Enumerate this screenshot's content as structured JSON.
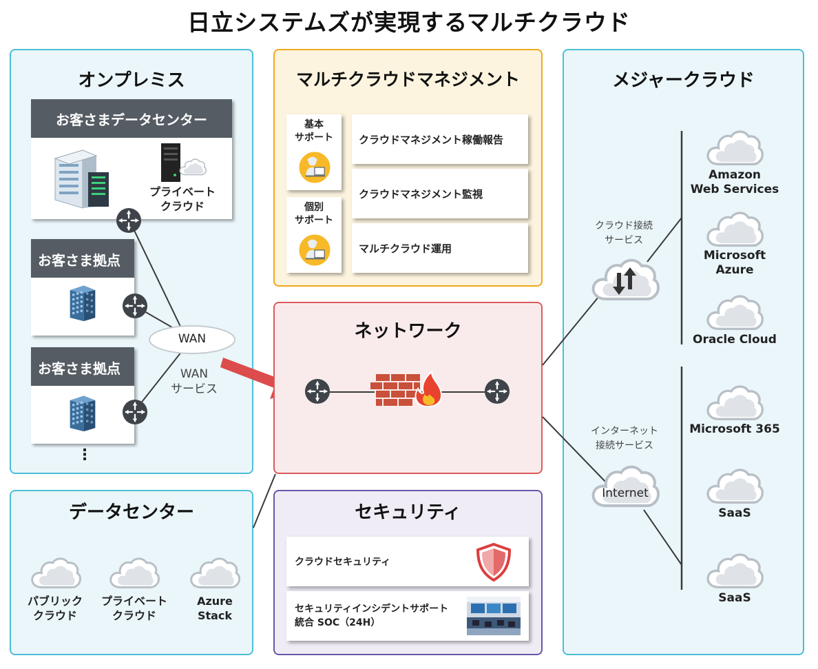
{
  "title": "日立システムズが実現するマルチクラウド",
  "onpremise": {
    "title": "オンプレミス",
    "datacenter_header": "お客さまデータセンター",
    "private_cloud": [
      "プライベート",
      "クラウド"
    ],
    "site1_header": "お客さま拠点",
    "site2_header": "お客さま拠点",
    "ellipsis": "⋮"
  },
  "wan": {
    "cloud_label": "WAN",
    "service_label": [
      "WAN",
      "サービス"
    ]
  },
  "datacenter": {
    "title": "データセンター",
    "items": [
      {
        "lines": [
          "パブリック",
          "クラウド"
        ]
      },
      {
        "lines": [
          "プライベート",
          "クラウド"
        ]
      },
      {
        "lines": [
          "Azure",
          "Stack"
        ]
      }
    ]
  },
  "management": {
    "title": "マルチクラウドマネジメント",
    "basic_support": [
      "基本",
      "サポート"
    ],
    "individual_support": [
      "個別",
      "サポート"
    ],
    "items": [
      "クラウドマネジメント稼働報告",
      "クラウドマネジメント監視",
      "マルチクラウド運用"
    ]
  },
  "network": {
    "title": "ネットワーク"
  },
  "security": {
    "title": "セキュリティ",
    "items": [
      {
        "label": "クラウドセキュリティ"
      },
      {
        "lines": [
          "セキュリティインシデントサポート",
          "統合 SOC（24H）"
        ]
      }
    ]
  },
  "major_cloud": {
    "title": "メジャークラウド",
    "cloud_connect": [
      "クラウド接続",
      "サービス"
    ],
    "internet_connect": [
      "インターネット",
      "接続サービス"
    ],
    "internet_label": "Internet",
    "providers_top": [
      {
        "lines": [
          "Amazon",
          "Web Services"
        ]
      },
      {
        "lines": [
          "Microsoft",
          "Azure"
        ]
      },
      {
        "lines": [
          "Oracle Cloud"
        ]
      }
    ],
    "providers_bottom": [
      {
        "lines": [
          "Microsoft 365"
        ]
      },
      {
        "lines": [
          "SaaS"
        ]
      },
      {
        "lines": [
          "SaaS"
        ]
      }
    ]
  },
  "colors": {
    "onprem_border": "#4bbfd6",
    "onprem_fill": "#eaf6fa",
    "management_border": "#f0a81c",
    "management_fill": "#fdf4df",
    "network_border": "#dc5a5a",
    "network_fill": "#f9ebeb",
    "security_border": "#6a54a8",
    "security_fill": "#efecf5",
    "arrow": "#dc4c4c",
    "header_gray": "#555c63"
  }
}
